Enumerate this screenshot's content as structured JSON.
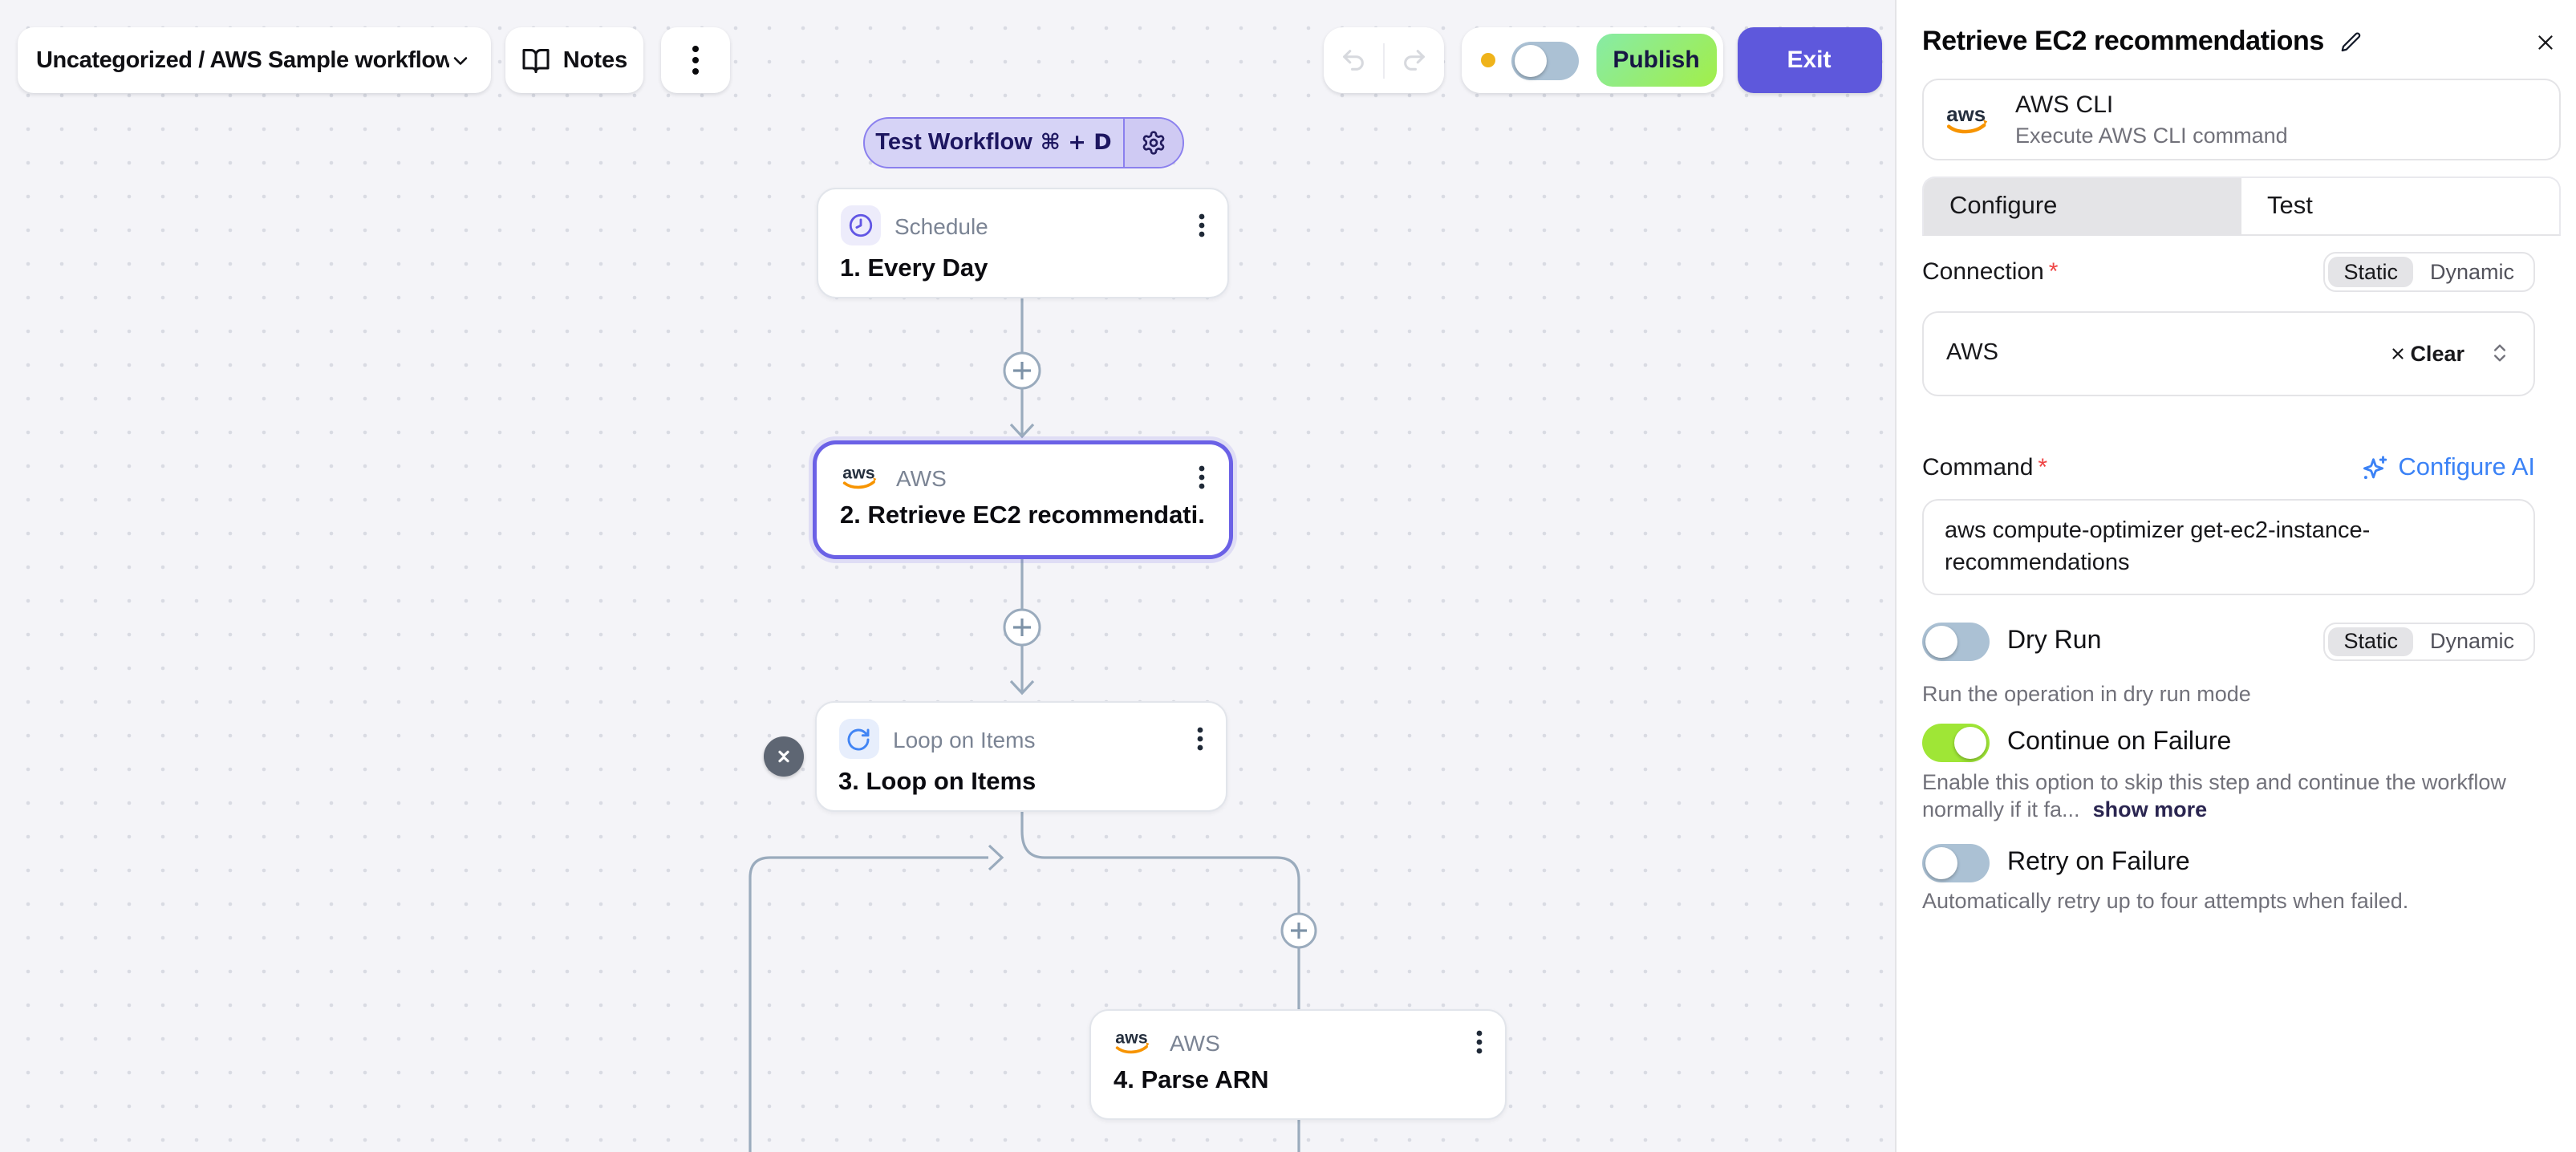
{
  "topbar": {
    "workflow_select": {
      "label": "Uncategorized / AWS Sample workflow"
    },
    "notes_label": "Notes",
    "publish_label": "Publish",
    "exit_label": "Exit"
  },
  "canvas": {
    "test_button": {
      "label": "Test Workflow",
      "shortcut": "⌘ + D"
    },
    "nodes": [
      {
        "type_label": "Schedule",
        "title": "1. Every Day",
        "icon": "clock-icon",
        "selected": false
      },
      {
        "type_label": "AWS",
        "title": "2. Retrieve EC2 recommendati...",
        "icon": "aws-logo",
        "selected": true
      },
      {
        "type_label": "Loop on Items",
        "title": "3. Loop on Items",
        "icon": "loop-icon",
        "selected": false
      },
      {
        "type_label": "AWS",
        "title": "4. Parse ARN",
        "icon": "aws-logo",
        "selected": false
      }
    ]
  },
  "panel": {
    "title": "Retrieve EC2 recommendations",
    "piece": {
      "name": "AWS CLI",
      "description": "Execute AWS CLI command"
    },
    "tabs": [
      {
        "label": "Configure",
        "active": true
      },
      {
        "label": "Test",
        "active": false
      }
    ],
    "connection": {
      "label": "Connection",
      "required_mark": "*",
      "static_label": "Static",
      "dynamic_label": "Dynamic",
      "mode": "Static",
      "value": "AWS",
      "clear_label": "Clear"
    },
    "command": {
      "label": "Command",
      "required_mark": "*",
      "configure_ai_label": "Configure AI",
      "value": "aws compute-optimizer get-ec2-instance-recommendations"
    },
    "dry_run": {
      "label": "Dry Run",
      "enabled": false,
      "static_label": "Static",
      "dynamic_label": "Dynamic",
      "mode": "Static",
      "help": "Run the operation in dry run mode"
    },
    "continue_on_failure": {
      "label": "Continue on Failure",
      "enabled": true,
      "help": "Enable this option to skip this step and continue the workflow normally if it fa...",
      "show_more_label": "show more"
    },
    "retry_on_failure": {
      "label": "Retry on Failure",
      "enabled": false,
      "help": "Automatically retry up to four attempts when failed."
    }
  },
  "colors": {
    "accent_indigo": "#5e58dc",
    "publish_gradient_start": "#87eba6",
    "publish_gradient_end": "#a2ee49",
    "toggle_on": "#9fe636",
    "toggle_off": "#abc1d4",
    "selected_node_border": "#6b61e6",
    "link_blue": "#3b82f6",
    "connector": "#9aabbd",
    "draft_dot": "#efb31a"
  }
}
